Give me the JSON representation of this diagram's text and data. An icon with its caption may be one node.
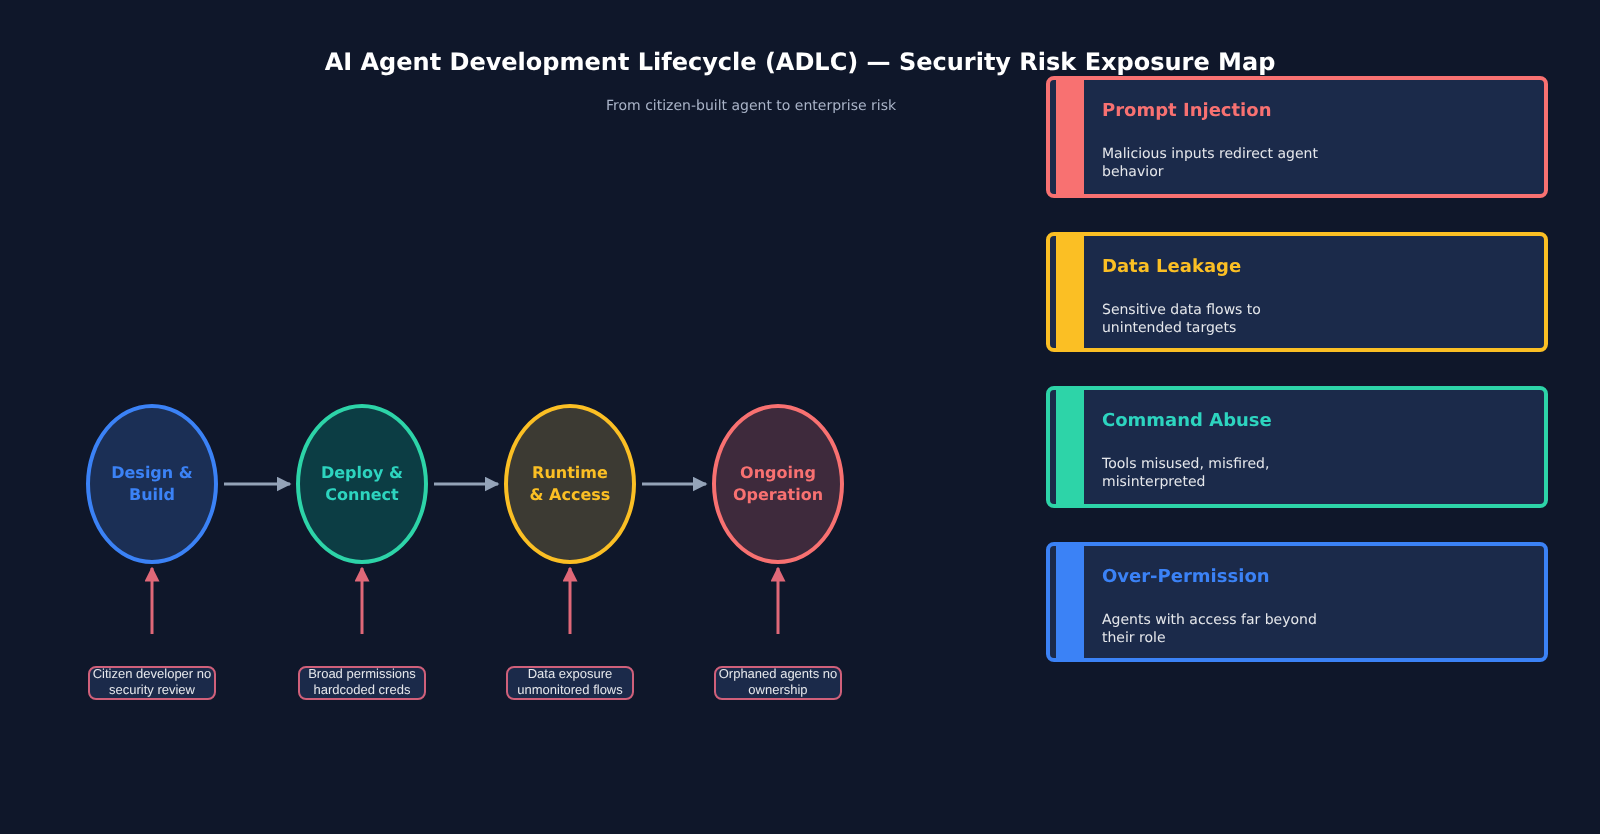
{
  "diagram": {
    "title": "AI Agent Development Lifecycle (ADLC) — Security Risk Exposure Map",
    "nodes": [
      {
        "text": [
          "Design & Build"
        ]
      },
      {
        "text": [
          "Deploy & Connect"
        ]
      },
      {
        "text": [
          "Runtime & Access"
        ]
      },
      {
        "text": [
          "Ongoing Operation"
        ]
      },
      {
        "text": [
          "Citizen developer no security review"
        ]
      },
      {
        "text": [
          "Broad permissions hardcoded creds"
        ]
      },
      {
        "text": [
          "Data exposure unmonitored flows"
        ]
      },
      {
        "text": [
          "Orphaned agents no ownership"
        ]
      },
      {
        "text": [
          "Prompt Injection",
          "Malicious inputs redirect agent behavior"
        ]
      },
      {
        "text": [
          "Data Leakage",
          "Sensitive data flows to unintended targets"
        ]
      },
      {
        "text": [
          "Command Abuse",
          "Tools misused, misfired, misinterpreted"
        ]
      },
      {
        "text": [
          "Over-Permission",
          "Agents with access far beyond their role"
        ]
      }
    ],
    "edges": [
      {
        "from": 0,
        "to": 1,
        "arrow": "to",
        "color": "#94a3b8"
      },
      {
        "from": 1,
        "to": 2,
        "arrow": "to",
        "color": "#94a3b8"
      },
      {
        "from": 2,
        "to": 3,
        "arrow": "to",
        "color": "#94a3b8"
      },
      {
        "from": 4,
        "to": 0,
        "arrow": "to"
      },
      {
        "from": 5,
        "to": 1,
        "arrow": "to"
      },
      {
        "from": 6,
        "to": 2,
        "arrow": "to"
      },
      {
        "from": 7,
        "to": 3,
        "arrow": "to"
      }
    ],
    "labels": [
      "From citizen-built agent to enterprise risk"
    ]
  }
}
